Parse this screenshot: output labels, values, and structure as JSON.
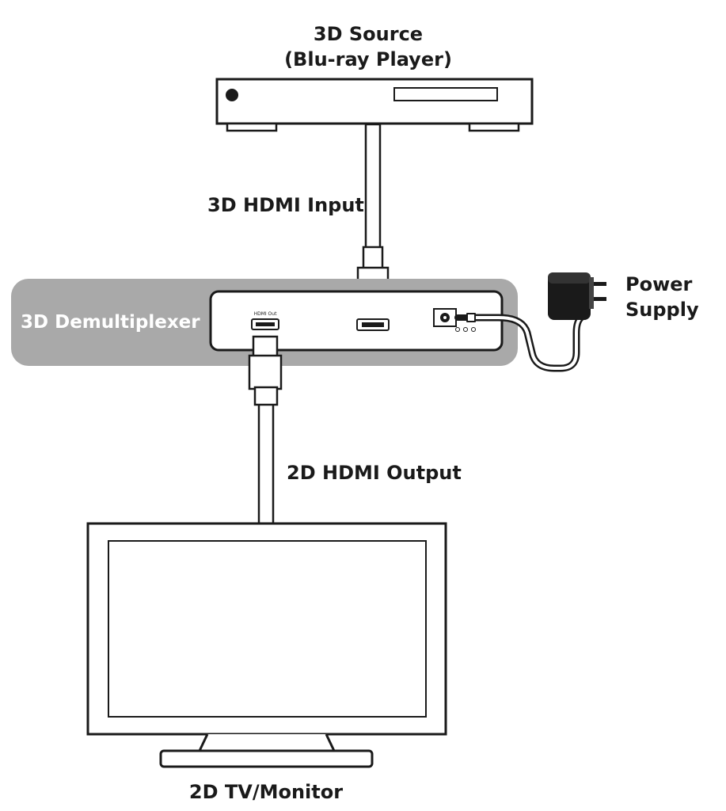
{
  "labels": {
    "source_line1": "3D Source",
    "source_line2": "(Blu-ray Player)",
    "hdmi_input": "3D HDMI Input",
    "demultiplexer": "3D Demultiplexer",
    "power_line1": "Power",
    "power_line2": "Supply",
    "hdmi_output": "2D HDMI Output",
    "tv": "2D TV/Monitor"
  },
  "ports": {
    "hdmi_out": "HDMI Out"
  },
  "colors": {
    "line": "#1a1a1a",
    "device_band": "#a9a9a9",
    "device_label": "#ffffff",
    "background": "#ffffff"
  }
}
